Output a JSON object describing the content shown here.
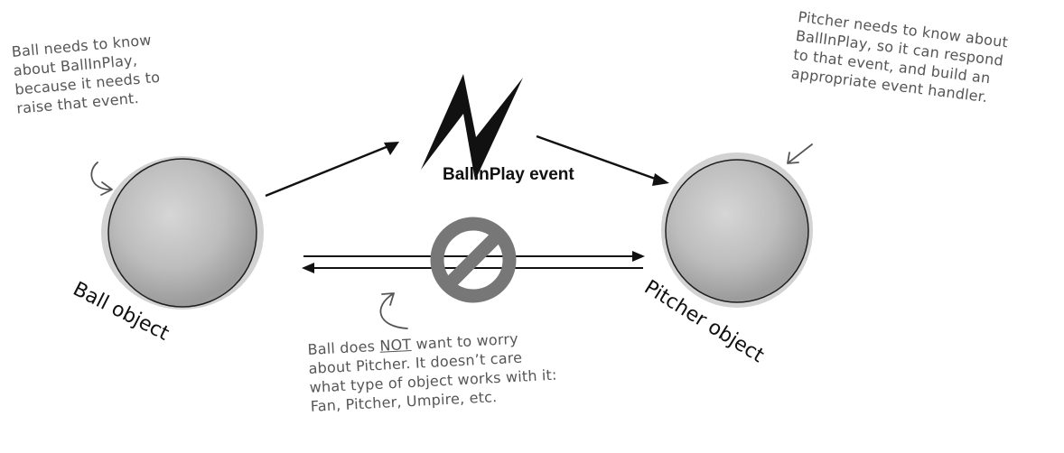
{
  "ball_note": [
    "Ball needs to know",
    "about BallInPlay,",
    "because it needs to",
    "raise that event."
  ],
  "pitcher_note": [
    "Pitcher needs to know about",
    "BallInPlay, so it can respond",
    "to that event, and build an",
    "appropriate event handler."
  ],
  "event_label": "BallInPlay event",
  "ball_label": "Ball object",
  "pitcher_label": "Pitcher object",
  "bottom_note": {
    "line1_pre": "Ball does ",
    "line1_emph": "NOT",
    "line1_post": " want to worry",
    "lines": [
      "about Pitcher. It doesn’t care",
      "what type of object works with it:",
      "Fan, Pitcher, Umpire, etc."
    ]
  },
  "colors": {
    "object_fill": "#b9b9b9",
    "object_rim": "#cfcfcf",
    "note_text": "#555555",
    "no_symbol": "#777777"
  },
  "icons": {
    "event": "lightning-bolt-icon",
    "blocked": "prohibition-icon"
  }
}
